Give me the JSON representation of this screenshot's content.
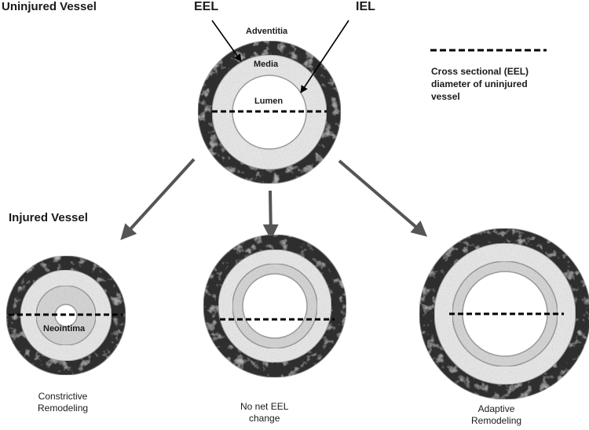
{
  "titles": {
    "uninjured": "Uninjured Vessel",
    "injured": "Injured Vessel"
  },
  "pointer_labels": {
    "eel": "EEL",
    "iel": "IEL"
  },
  "layer_labels": {
    "adventitia": "Adventitia",
    "media": "Media",
    "lumen": "Lumen",
    "neointima": "Neointima"
  },
  "legend": {
    "text": "Cross sectional (EEL)\ndiameter of uninjured\nvessel"
  },
  "outcomes": {
    "constrictive": "Constrictive\nRemodeling",
    "no_net": "No net EEL\nchange",
    "adaptive": "Adaptive\nRemodeling"
  },
  "colors": {
    "adventitia": "#2e2e2e",
    "media": "#e4e4e4",
    "neointima": "#d2d2d2",
    "lumen": "#ffffff",
    "arrow": "#555555",
    "dash": "#000000"
  }
}
